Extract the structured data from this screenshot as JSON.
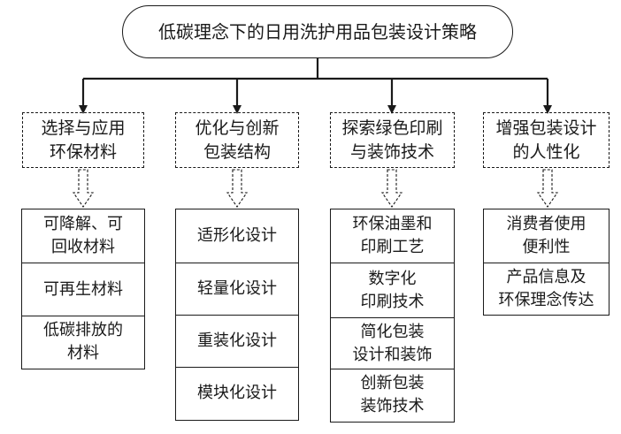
{
  "title": "低碳理念下的日用洗护用品包装设计策略",
  "categories": [
    {
      "label": "选择与应用\n环保材料",
      "items": [
        "可降解、可\n回收材料",
        "可再生材料",
        "低碳排放的\n材料"
      ]
    },
    {
      "label": "优化与创新\n包装结构",
      "items": [
        "适形化设计",
        "轻量化设计",
        "重装化设计",
        "模块化设计"
      ]
    },
    {
      "label": "探索绿色印刷\n与装饰技术",
      "items": [
        "环保油墨和\n印刷工艺",
        "数字化\n印刷技术",
        "简化包装\n设计和装饰",
        "创新包装\n装饰技术"
      ]
    },
    {
      "label": "增强包装设计\n的人性化",
      "items": [
        "消费者使用\n便利性",
        "产品信息及\n环保理念传达"
      ]
    }
  ]
}
